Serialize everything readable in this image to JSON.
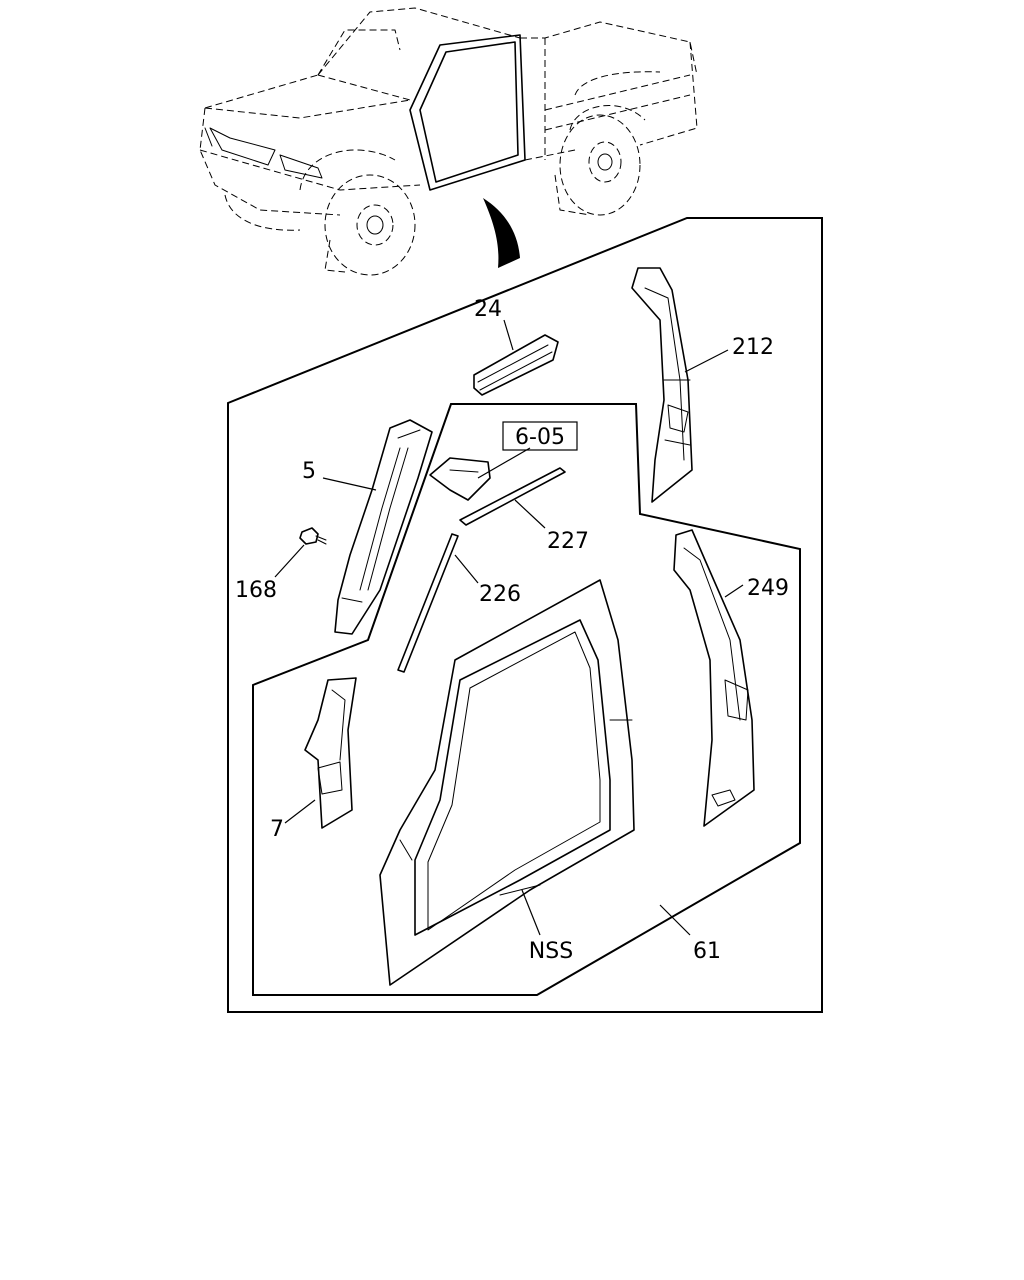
{
  "labels": {
    "p24": "24",
    "p212": "212",
    "p605": "6-05",
    "p5": "5",
    "p227": "227",
    "p168": "168",
    "p226": "226",
    "p249": "249",
    "p7": "7",
    "pNSS": "NSS",
    "p61": "61"
  }
}
